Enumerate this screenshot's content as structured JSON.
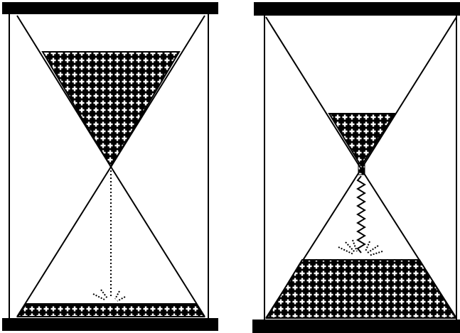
{
  "figure": {
    "panels": [
      {
        "id": "left",
        "state": "sand mostly in upper bulb, falling stream, thin layer at bottom"
      },
      {
        "id": "right",
        "state": "sand mostly in lower bulb, wavy stream, small remainder at top"
      }
    ],
    "colors": {
      "frame": "#000000",
      "background": "#ffffff",
      "sand_fill": "#000000",
      "sand_pattern": "#ffffff"
    },
    "pattern": "white-cross-on-black"
  }
}
